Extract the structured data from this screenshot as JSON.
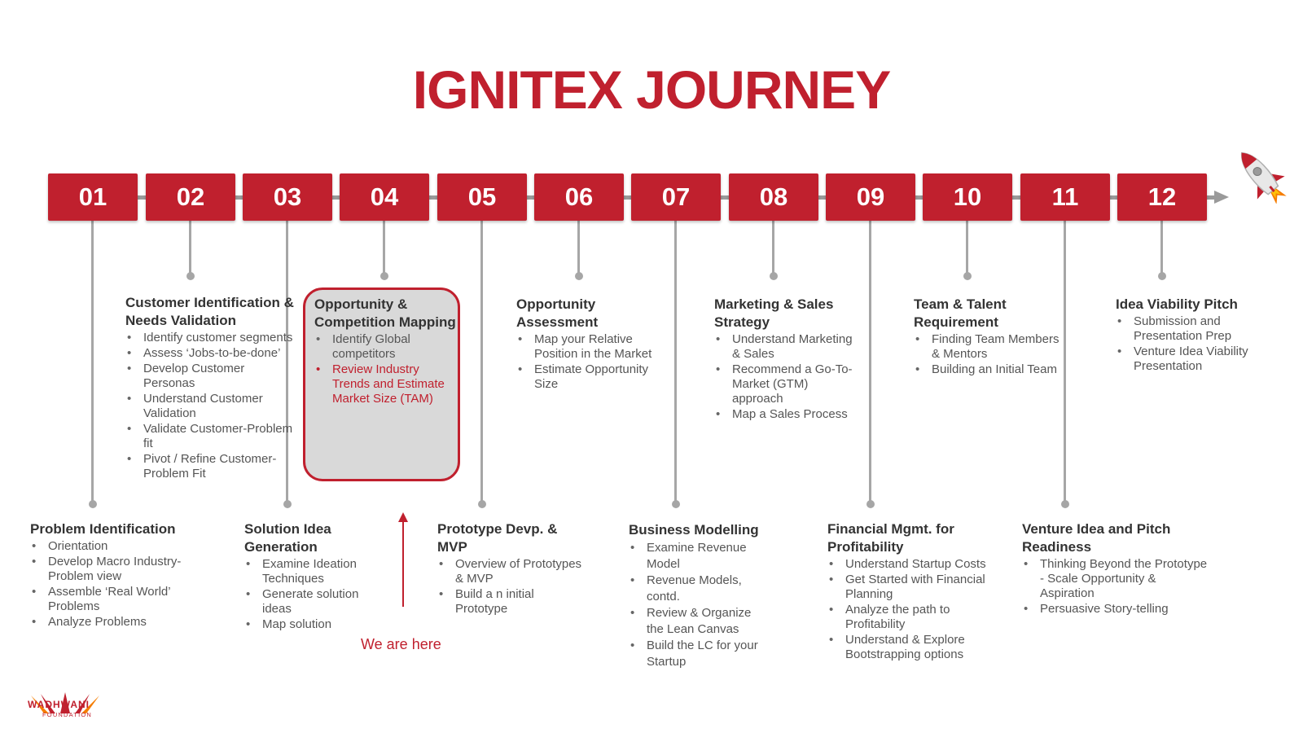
{
  "title": "IGNITEX JOURNEY",
  "colors": {
    "accent": "#c0202e",
    "line": "#9a9a9a",
    "highlight_bg": "#d9d9d9"
  },
  "steps": [
    "01",
    "02",
    "03",
    "04",
    "05",
    "06",
    "07",
    "08",
    "09",
    "10",
    "11",
    "12"
  ],
  "cards": {
    "c01": {
      "title": "Problem Identification",
      "items": [
        "Orientation",
        "Develop Macro Industry-Problem view",
        "Assemble ‘Real World’ Problems",
        "Analyze Problems"
      ]
    },
    "c02": {
      "title": "Customer Identification & Needs Validation",
      "items": [
        "Identify customer segments",
        "Assess ‘Jobs-to-be-done’",
        "Develop Customer Personas",
        "Understand Customer Validation",
        "Validate Customer-Problem fit",
        "Pivot / Refine Customer-Problem Fit"
      ]
    },
    "c03": {
      "title": "Solution Idea Generation",
      "items": [
        "Examine Ideation Techniques",
        "Generate solution ideas",
        "Map solution"
      ]
    },
    "c04": {
      "title": "Opportunity & Competition Mapping",
      "items": [
        "Identify Global competitors",
        "Review Industry Trends and Estimate Market Size (TAM)"
      ]
    },
    "c05": {
      "title": "Prototype Devp. & MVP",
      "items": [
        "Overview  of Prototypes & MVP",
        "Build a n initial Prototype"
      ]
    },
    "c06": {
      "title": "Opportunity Assessment",
      "items": [
        "Map  your Relative Position in the Market",
        "Estimate Opportunity Size"
      ]
    },
    "c07": {
      "title": "Business Modelling",
      "items": [
        "Examine Revenue Model",
        "Revenue Models, contd.",
        "Review & Organize the Lean Canvas",
        "Build the LC for your Startup"
      ]
    },
    "c08": {
      "title": "Marketing & Sales Strategy",
      "items": [
        "Understand Marketing & Sales",
        "Recommend a Go-To-Market (GTM) approach",
        "Map a Sales Process"
      ]
    },
    "c09": {
      "title": "Financial Mgmt. for Profitability",
      "items": [
        "Understand Startup Costs",
        "Get Started with Financial Planning",
        "Analyze the path to Profitability",
        "Understand & Explore Bootstrapping options"
      ]
    },
    "c10": {
      "title": "Team & Talent Requirement",
      "items": [
        "Finding Team Members & Mentors",
        "Building an Initial Team"
      ]
    },
    "c11": {
      "title": "Venture Idea and Pitch Readiness",
      "items": [
        "Thinking Beyond the Prototype - Scale Opportunity & Aspiration",
        "Persuasive Story-telling"
      ]
    },
    "c12": {
      "title": "Idea Viability Pitch",
      "items": [
        "Submission and Presentation Prep",
        "Venture Idea Viability Presentation"
      ]
    }
  },
  "marker": {
    "label": "We are here"
  },
  "logo": {
    "name": "WADHWANI",
    "subtitle": "FOUNDATION"
  },
  "icons": {
    "rocket": "rocket-icon",
    "logo": "wadhwani-logo"
  }
}
